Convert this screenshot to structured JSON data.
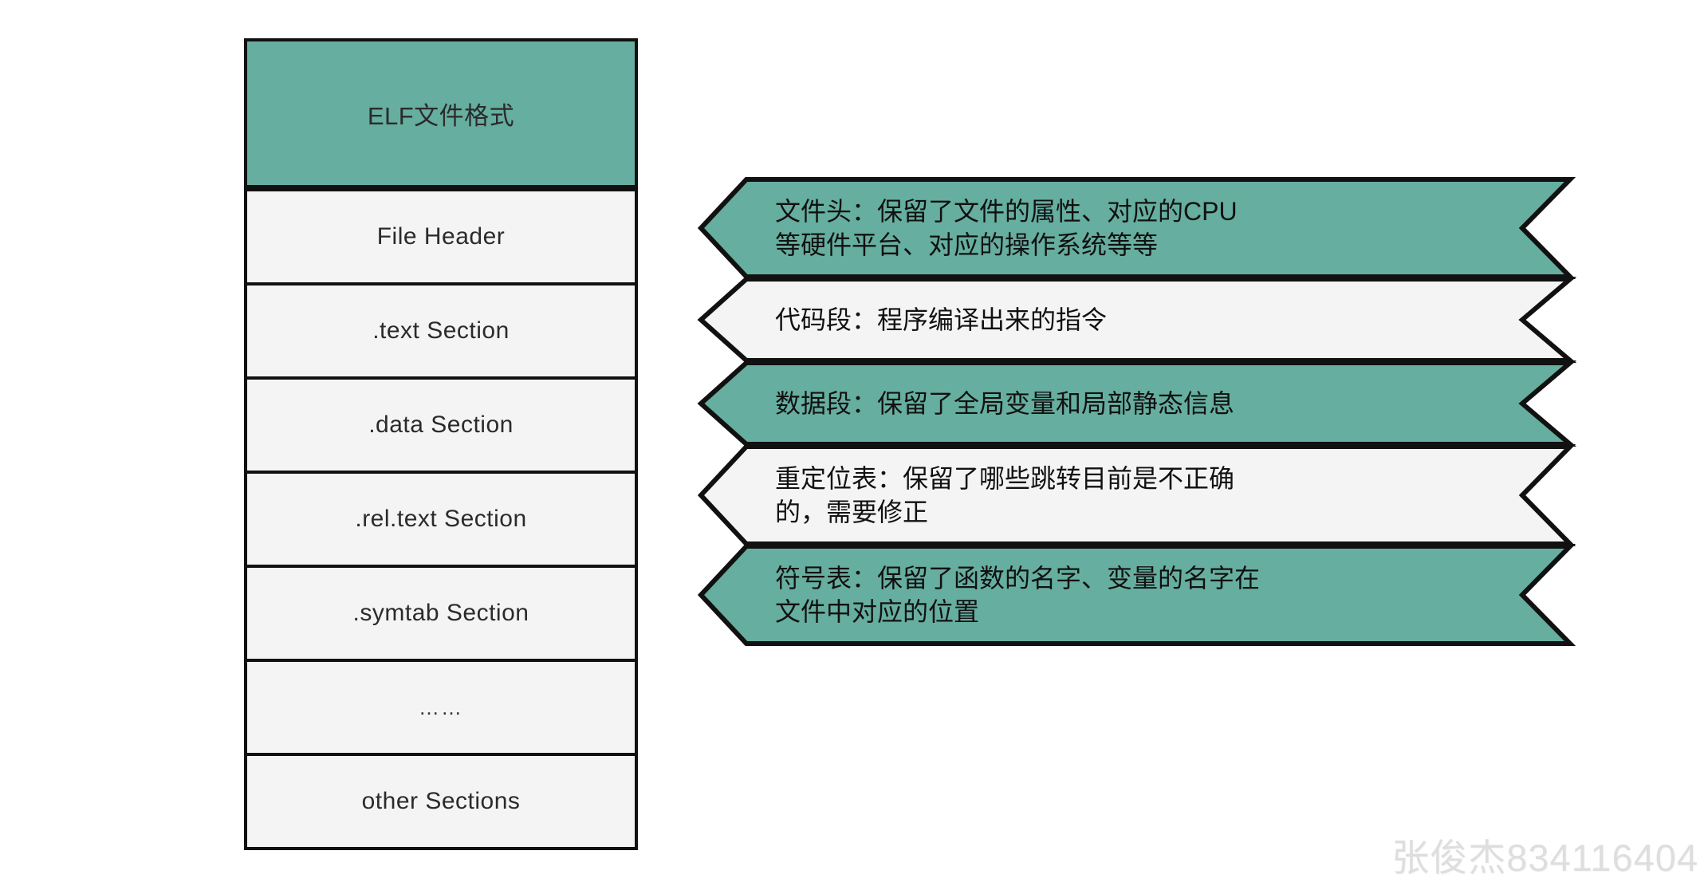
{
  "colors": {
    "accent_teal": "#66ae9f",
    "row_light": "#f4f4f4",
    "outline": "#111111",
    "watermark_gray": "#dedede"
  },
  "elf_column": {
    "title": "ELF文件格式",
    "rows": [
      {
        "label": "File Header"
      },
      {
        "label": ".text Section"
      },
      {
        "label": ".data Section"
      },
      {
        "label": ".rel.text Section"
      },
      {
        "label": ".symtab Section"
      },
      {
        "label": "……"
      },
      {
        "label": "other Sections"
      }
    ]
  },
  "ribbons": [
    {
      "text": "文件头：保留了文件的属性、对应的CPU\n等硬件平台、对应的操作系统等等",
      "fill": "#66ae9f",
      "lines": 2
    },
    {
      "text": "代码段：程序编译出来的指令",
      "fill": "#f4f4f4",
      "lines": 1
    },
    {
      "text": "数据段：保留了全局变量和局部静态信息",
      "fill": "#66ae9f",
      "lines": 1
    },
    {
      "text": "重定位表：保留了哪些跳转目前是不正确\n的，需要修正",
      "fill": "#f4f4f4",
      "lines": 2
    },
    {
      "text": "符号表：保留了函数的名字、变量的名字在\n文件中对应的位置",
      "fill": "#66ae9f",
      "lines": 2
    }
  ],
  "watermark": {
    "text": "张俊杰834116404"
  }
}
